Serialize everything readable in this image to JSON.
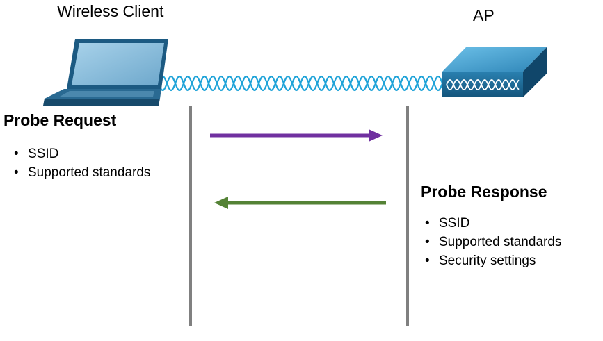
{
  "client": {
    "label": "Wireless Client"
  },
  "ap": {
    "label": "AP"
  },
  "request": {
    "heading": "Probe Request",
    "items": [
      "SSID",
      "Supported standards"
    ]
  },
  "response": {
    "heading": "Probe Response",
    "items": [
      "SSID",
      "Supported standards",
      "Security settings"
    ]
  },
  "colors": {
    "request_arrow": "#7030a0",
    "response_arrow": "#548235",
    "signal_wave": "#1fa3d8",
    "timeline": "#808080",
    "laptop_body": "#1c5a82",
    "laptop_screen": "#8fbfdc",
    "ap_body": "#1e6a94",
    "ap_top": "#4aa3d1"
  }
}
